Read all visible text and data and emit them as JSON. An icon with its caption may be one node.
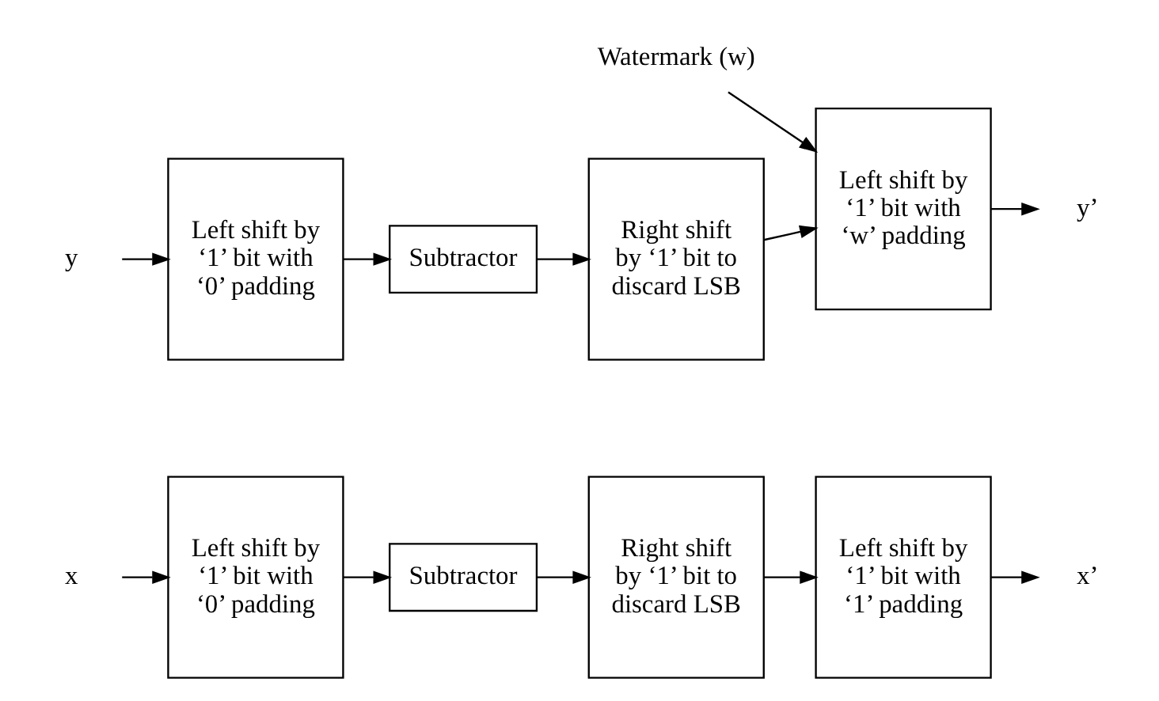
{
  "diagram": {
    "nodes": [
      {
        "text": [
          "Left shift by ‘1’ bit with ‘0’ padding"
        ]
      },
      {
        "text": [
          "Subtractor"
        ]
      },
      {
        "text": [
          "Right shift by ‘1’ bit to discard LSB"
        ]
      },
      {
        "text": [
          "Left shift by ‘1’ bit with ‘1’ padding"
        ]
      },
      {
        "text": [
          "x"
        ]
      },
      {
        "text": [
          "x’"
        ]
      },
      {
        "text": [
          "Left shift by ‘1’ bit with ‘0’ padding"
        ]
      },
      {
        "text": [
          "Subtractor"
        ]
      },
      {
        "text": [
          "Right shift by ‘1’ bit to discard LSB"
        ]
      },
      {
        "text": [
          "Left shift by ‘1’ bit with ‘w’ padding"
        ]
      },
      {
        "text": [
          "y"
        ]
      },
      {
        "text": [
          "y’"
        ]
      },
      {
        "text": [
          "Watermark (w)"
        ]
      }
    ],
    "edges": [
      {
        "from": 4,
        "to": 0,
        "arrow": "to"
      },
      {
        "from": 0,
        "to": 1,
        "arrow": "to"
      },
      {
        "from": 1,
        "to": 2,
        "arrow": "to"
      },
      {
        "from": 2,
        "to": 3,
        "arrow": "to"
      },
      {
        "from": 3,
        "to": 5,
        "arrow": "to"
      },
      {
        "from": 10,
        "to": 6,
        "arrow": "to"
      },
      {
        "from": 6,
        "to": 7,
        "arrow": "to"
      },
      {
        "from": 7,
        "to": 8,
        "arrow": "to"
      },
      {
        "from": 8,
        "to": 9,
        "arrow": "to"
      },
      {
        "from": 9,
        "to": 11,
        "arrow": "to"
      },
      {
        "from": 12,
        "to": 9,
        "arrow": "to"
      }
    ]
  }
}
